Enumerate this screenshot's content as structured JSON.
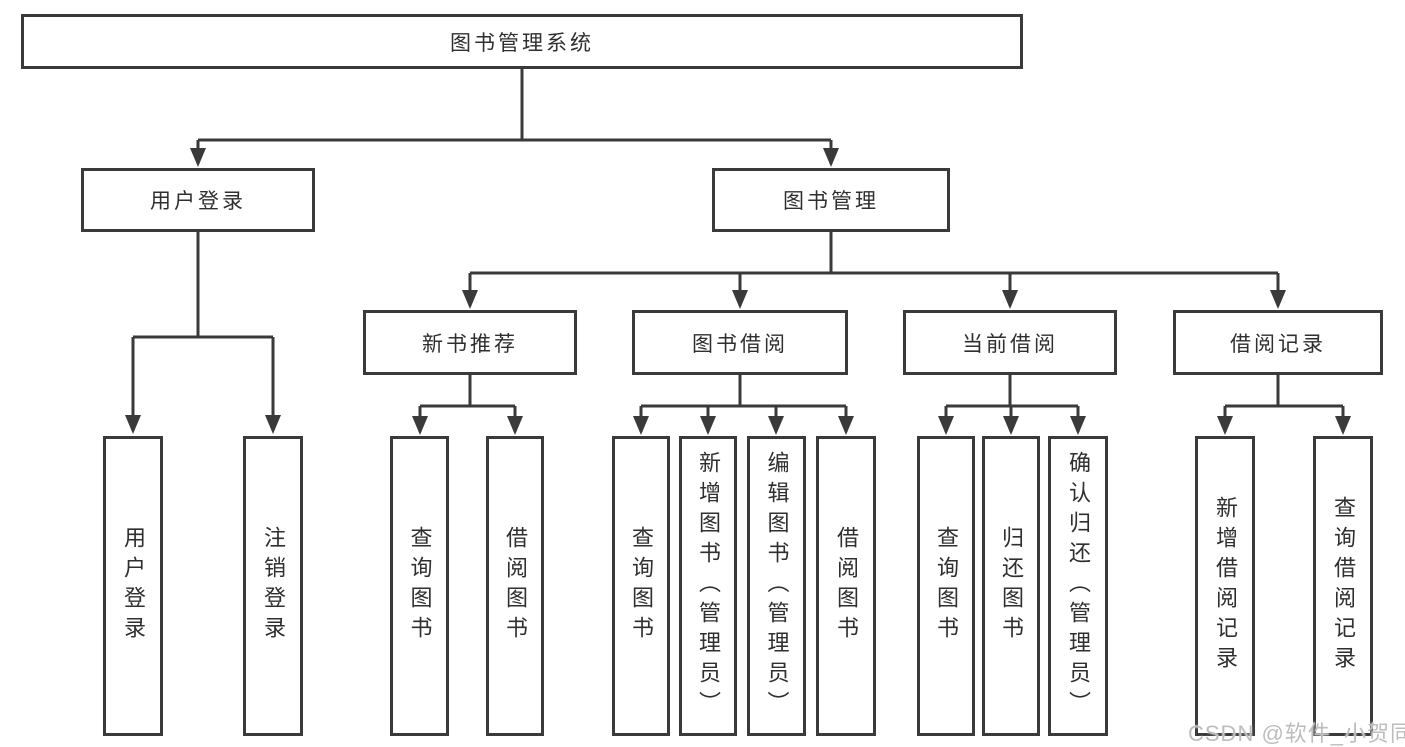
{
  "diagram": {
    "title": "图书管理系统",
    "watermark": "CSDN @软件_小贺同学",
    "colors": {
      "line": "#3a3a3a",
      "box_border": "#3a3a3a",
      "text": "#2f2f2f",
      "background": "#ffffff",
      "watermark": "#bdbdbd"
    },
    "nodes": {
      "root": {
        "label": "图书管理系统"
      },
      "user_login": {
        "label": "用户登录",
        "parent": "图书管理系统"
      },
      "book_management": {
        "label": "图书管理",
        "parent": "图书管理系统"
      },
      "level3": [
        {
          "label": "新书推荐",
          "parent": "图书管理"
        },
        {
          "label": "图书借阅",
          "parent": "图书管理"
        },
        {
          "label": "当前借阅",
          "parent": "图书管理"
        },
        {
          "label": "借阅记录",
          "parent": "图书管理"
        }
      ],
      "leaves": [
        {
          "label": "用户登录",
          "parent": "用户登录"
        },
        {
          "label": "注销登录",
          "parent": "用户登录"
        },
        {
          "label": "查询图书",
          "parent": "新书推荐"
        },
        {
          "label": "借阅图书",
          "parent": "新书推荐"
        },
        {
          "label": "查询图书",
          "parent": "图书借阅"
        },
        {
          "label": "新增图书（管理员）",
          "parent": "图书借阅"
        },
        {
          "label": "编辑图书（管理员）",
          "parent": "图书借阅"
        },
        {
          "label": "借阅图书",
          "parent": "图书借阅"
        },
        {
          "label": "查询图书",
          "parent": "当前借阅"
        },
        {
          "label": "归还图书",
          "parent": "当前借阅"
        },
        {
          "label": "确认归还（管理员）",
          "parent": "当前借阅"
        },
        {
          "label": "新增借阅记录",
          "parent": "借阅记录"
        },
        {
          "label": "查询借阅记录",
          "parent": "借阅记录"
        }
      ]
    }
  }
}
